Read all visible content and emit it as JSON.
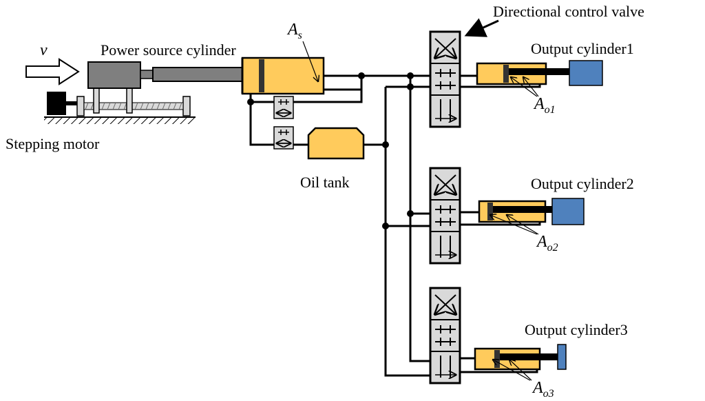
{
  "labels": {
    "stepping_motor": "Stepping motor",
    "power_source_cylinder": "Power source cylinder",
    "oil_tank": "Oil tank",
    "directional_control_valve": "Directional control valve",
    "output_cylinder1": "Output cylinder1",
    "output_cylinder2": "Output cylinder2",
    "output_cylinder3": "Output cylinder3"
  },
  "symbols": {
    "velocity": "v",
    "area_source_main": "A",
    "area_source_sub": "s",
    "area_out1_main": "A",
    "area_out1_sub": "o1",
    "area_out2_main": "A",
    "area_out2_sub": "o2",
    "area_out3_main": "A",
    "area_out3_sub": "o3"
  },
  "colors": {
    "cylinder_fill": "#FFCB5C",
    "load_fill": "#4F81BD",
    "motor_body": "#7F7F7F",
    "valve_fill": "#D9D9D9",
    "piston_dark": "#333333"
  },
  "icons": {
    "velocity_arrow": "hollow-right-arrow-icon",
    "callout_arrow": "black-arrow-icon"
  }
}
